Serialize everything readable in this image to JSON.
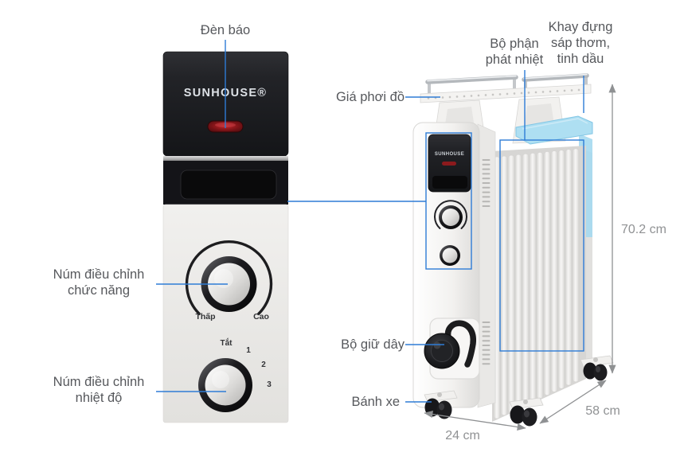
{
  "page": {
    "background": "#ffffff"
  },
  "colors": {
    "callout_blue": "#2e7cd6",
    "label_gray": "#56585c",
    "dimension_gray": "#909294",
    "scent_tray_blue": "#a5d9ef",
    "indicator_red": "#a81e22",
    "panel_black": "#1a1b1e",
    "body_white": "#f0efed"
  },
  "closeup": {
    "brand_logo": "SUNHOUSE®",
    "function_knob": {
      "low": "Thấp",
      "high": "Cao"
    },
    "thermostat_knob": {
      "off": "Tắt",
      "level1": "1",
      "level2": "2",
      "level3": "3"
    }
  },
  "heater": {
    "brand_logo": "SUNHOUSE"
  },
  "callouts": {
    "indicator_light": "Đèn báo",
    "function_knob_line1": "Núm điều chỉnh",
    "function_knob_line2": "chức năng",
    "thermostat_knob_line1": "Núm điều chỉnh",
    "thermostat_knob_line2": "nhiệt độ",
    "drying_rack": "Giá phơi đồ",
    "heating_element_line1": "Bộ phận",
    "heating_element_line2": "phát nhiệt",
    "scent_tray_line1": "Khay đựng",
    "scent_tray_line2": "sáp thơm,",
    "scent_tray_line3": "tinh dầu",
    "cord_holder": "Bộ giữ dây",
    "wheels": "Bánh xe"
  },
  "dimensions": {
    "height": "70.2 cm",
    "depth": "58 cm",
    "width": "24 cm"
  }
}
